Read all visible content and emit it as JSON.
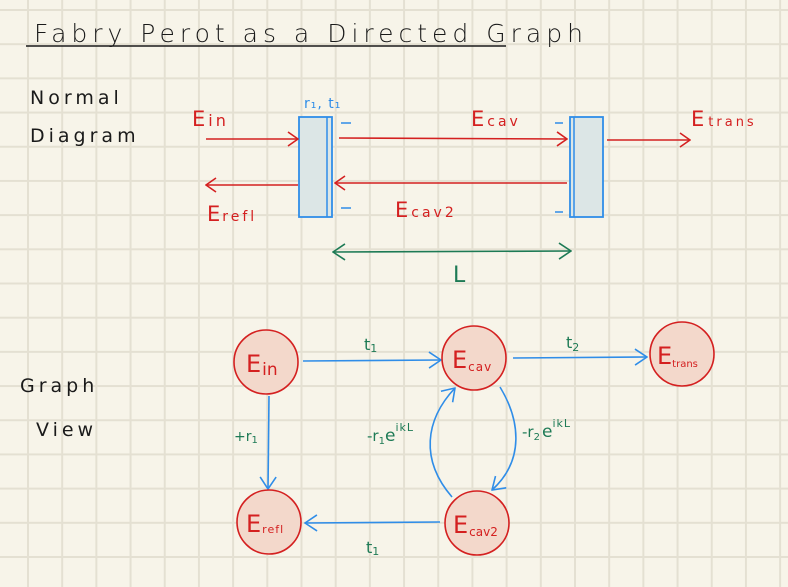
{
  "title": "Fabry Perot as a Directed Graph",
  "sections": {
    "normal": {
      "line1": "Normal",
      "line2": "Diagram"
    },
    "graph": {
      "line1": "Graph",
      "line2": "View"
    }
  },
  "normal_diagram": {
    "mirror1_label": "r₁, t₁",
    "fields": {
      "in": {
        "main": "E",
        "sub": "in"
      },
      "refl": {
        "main": "E",
        "sub": "refl"
      },
      "cav": {
        "main": "E",
        "sub": "cav"
      },
      "cav2": {
        "main": "E",
        "sub": "cav2"
      },
      "trans": {
        "main": "E",
        "sub": "trans"
      }
    },
    "length_label": "L",
    "tick": "–"
  },
  "graph": {
    "nodes": [
      {
        "id": "in",
        "main": "E",
        "sub": "in"
      },
      {
        "id": "cav",
        "main": "E",
        "sub": "cav"
      },
      {
        "id": "trans",
        "main": "E",
        "sub": "trans"
      },
      {
        "id": "refl",
        "main": "E",
        "sub": "refl"
      },
      {
        "id": "cav2",
        "main": "E",
        "sub": "cav2"
      }
    ],
    "edges": [
      {
        "from": "in",
        "to": "cav",
        "label": "t",
        "label_sub": "1"
      },
      {
        "from": "cav",
        "to": "trans",
        "label": "t",
        "label_sub": "2"
      },
      {
        "from": "in",
        "to": "refl",
        "label": "+r",
        "label_sub": "1"
      },
      {
        "from": "cav",
        "to": "cav2",
        "label": "-r",
        "label_sub": "2",
        "label_exp_base": "e",
        "label_exp": "ikL"
      },
      {
        "from": "cav2",
        "to": "cav",
        "label": "-r",
        "label_sub": "1",
        "label_exp_base": "e",
        "label_exp": "ikL"
      },
      {
        "from": "cav2",
        "to": "refl",
        "label": "t",
        "label_sub": "1"
      }
    ]
  },
  "colors": {
    "background": "#f7f4e9",
    "grid": "#e4e0d2",
    "ink": "#1a1a1a",
    "field_red": "#d42020",
    "node_fill": "#f3d8cb",
    "edge_blue": "#2f8de8",
    "coef_green": "#1d7a55",
    "mirror_fill": "#dce6e6"
  }
}
